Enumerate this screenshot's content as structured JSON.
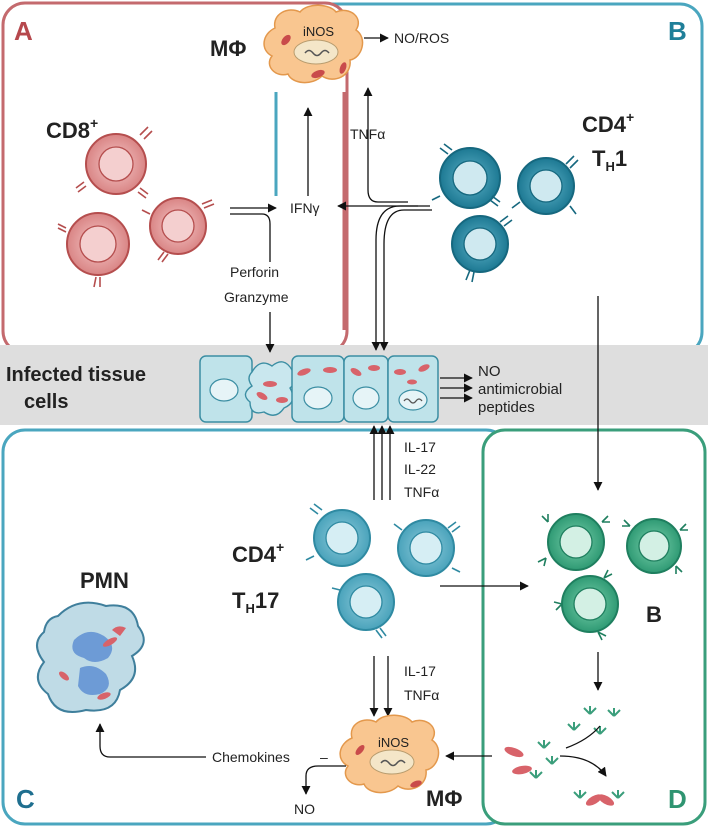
{
  "panels": {
    "a": {
      "letter": "A",
      "color": "#b6484d"
    },
    "b": {
      "letter": "B",
      "color": "#1f7f99"
    },
    "c": {
      "letter": "C",
      "color": "#1f6f8f"
    },
    "d": {
      "letter": "D",
      "color": "#2f9471"
    }
  },
  "labels": {
    "macrophage": "MΦ",
    "inos": "iNOS",
    "no_ros": "NO/ROS",
    "cd8": "CD8",
    "cd8_sup": "+",
    "cd4": "CD4",
    "cd4_sup": "+",
    "th": "T",
    "th_sub": "H",
    "th1_num": "1",
    "th17_num": "17",
    "tnfa": "TNFα",
    "ifng": "IFNγ",
    "perforin": "Perforin",
    "granzyme": "Granzyme",
    "infected_line1": "Infected tissue",
    "infected_line2": "cells",
    "no": "NO",
    "antimicrobial": "antimicrobial",
    "peptides": "peptides",
    "il17": "IL-17",
    "il22": "IL-22",
    "tnfa2": "TNFα",
    "il17b": "IL-17",
    "tnfa3": "TNFα",
    "pmn": "PMN",
    "b_cell": "B",
    "chemokines": "Chemokines",
    "chemokines_dash": "–",
    "no_bottom": "NO"
  },
  "colors": {
    "cd8_cell": "#e8a3a3",
    "cd8_stroke": "#c45b5b",
    "th1_cell": "#3d9bb4",
    "th17_cell": "#5fb2c8",
    "b_cell": "#4fb58f",
    "macrophage": "#f7c58a",
    "tissue": "#b8e2ea",
    "band": "#dcdcdc"
  }
}
